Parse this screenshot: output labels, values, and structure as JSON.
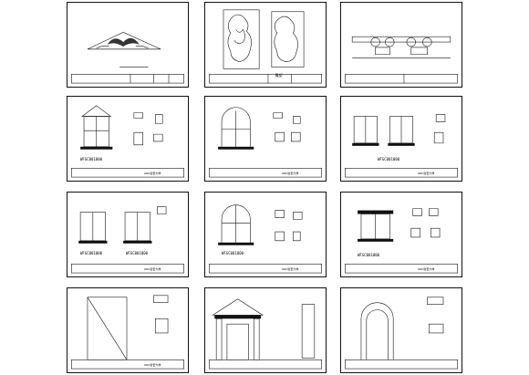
{
  "sheets": [
    {
      "id": "s1",
      "caption": "",
      "title_cn": "",
      "footer_label": "",
      "tb_label": ""
    },
    {
      "id": "s2",
      "caption": "",
      "title_cn": "",
      "footer_label": "",
      "tb_label": ""
    },
    {
      "id": "s3",
      "caption": "",
      "title_cn": "",
      "footer_label": "",
      "tb_label": ""
    },
    {
      "id": "s4",
      "caption": "WFGC001000",
      "title_cn": "",
      "footer_label": "GRC窗套大样",
      "tb_label": ""
    },
    {
      "id": "s5",
      "caption": "",
      "title_cn": "",
      "footer_label": "GRC窗套大样",
      "tb_label": ""
    },
    {
      "id": "s6",
      "caption": "WFGC001000",
      "title_cn": "",
      "footer_label": "GRC窗套大样",
      "tb_label": ""
    },
    {
      "id": "s7",
      "caption": "WFGC001000",
      "caption2": "WFGC001000",
      "title_cn": "",
      "footer_label": "GRC窗套大样",
      "tb_label": ""
    },
    {
      "id": "s8",
      "caption": "WFGC001000",
      "title_cn": "",
      "footer_label": "GRC窗套大样",
      "tb_label": ""
    },
    {
      "id": "s9",
      "caption": "WFGC001000",
      "title_cn": "",
      "footer_label": "GRC窗套大样",
      "tb_label": ""
    },
    {
      "id": "s10",
      "caption": "",
      "title_cn": "",
      "footer_label": "GRC窗套大样",
      "tb_label": ""
    },
    {
      "id": "s11",
      "caption": "",
      "title_cn": "",
      "footer_label": "",
      "tb_label": ""
    },
    {
      "id": "s12",
      "caption": "",
      "title_cn": "",
      "footer_label": "",
      "tb_label": ""
    }
  ],
  "labels": {
    "s2_small": "雕塑"
  }
}
